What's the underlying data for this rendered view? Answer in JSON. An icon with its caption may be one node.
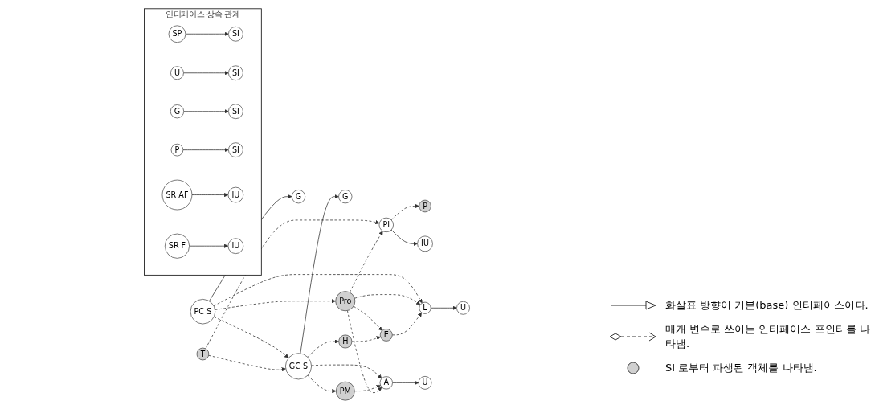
{
  "diagram": {
    "nodes": [
      {
        "text": [
          "G"
        ]
      },
      {
        "text": [
          "G"
        ]
      },
      {
        "text": [
          "GC S"
        ]
      },
      {
        "text": [
          "T"
        ]
      },
      {
        "text": [
          "P"
        ]
      },
      {
        "text": [
          "PC S"
        ]
      },
      {
        "text": [
          "PI"
        ]
      },
      {
        "text": [
          "IU"
        ]
      },
      {
        "text": [
          "PM"
        ]
      },
      {
        "text": [
          "A"
        ]
      },
      {
        "text": [
          "Pro"
        ]
      },
      {
        "text": [
          "L"
        ]
      },
      {
        "text": [
          "H"
        ]
      },
      {
        "text": [
          "U"
        ]
      },
      {
        "text": [
          "U"
        ]
      },
      {
        "text": [
          "E"
        ]
      },
      {
        "text": [
          "인터페이스 상속 관계"
        ]
      },
      {
        "text": [
          "SP"
        ],
        "in": 16
      },
      {
        "text": [
          "SI"
        ],
        "in": 16
      },
      {
        "text": [
          "U"
        ],
        "in": 16
      },
      {
        "text": [
          "SI"
        ],
        "in": 16
      },
      {
        "text": [
          "G"
        ],
        "in": 16
      },
      {
        "text": [
          "SI"
        ],
        "in": 16
      },
      {
        "text": [
          "P"
        ],
        "in": 16
      },
      {
        "text": [
          "SI"
        ],
        "in": 16
      },
      {
        "text": [
          "SR AF"
        ],
        "in": 16
      },
      {
        "text": [
          "IU"
        ],
        "in": 16
      },
      {
        "text": [
          "SR F"
        ],
        "in": 16
      },
      {
        "text": [
          "IU"
        ],
        "in": 16
      }
    ],
    "edges": [
      {
        "from": 5,
        "to": 0,
        "arrow": "to"
      },
      {
        "from": 2,
        "to": 1,
        "arrow": "to"
      },
      {
        "from": 5,
        "to": 2,
        "arrow": "to",
        "style": "dashed"
      },
      {
        "from": 3,
        "to": 2,
        "arrow": "to",
        "style": "dashed"
      },
      {
        "from": 3,
        "to": 6,
        "arrow": "to",
        "style": "dashed"
      },
      {
        "from": 6,
        "to": 4,
        "arrow": "to",
        "style": "dashed"
      },
      {
        "from": 2,
        "to": 12,
        "arrow": "to",
        "style": "dashed"
      },
      {
        "from": 2,
        "to": 8,
        "arrow": "to",
        "style": "dashed"
      },
      {
        "from": 2,
        "to": 9,
        "arrow": "to",
        "style": "dashed"
      },
      {
        "from": 5,
        "to": 10,
        "arrow": "to",
        "style": "dashed"
      },
      {
        "from": 5,
        "to": 11,
        "arrow": "to",
        "style": "dashed"
      },
      {
        "from": 10,
        "to": 6,
        "arrow": "to",
        "style": "dashed"
      },
      {
        "from": 6,
        "to": 7,
        "arrow": "to"
      },
      {
        "from": 8,
        "to": 9,
        "arrow": "to",
        "style": "dashed"
      },
      {
        "from": 10,
        "to": 9,
        "arrow": "to",
        "style": "dashed"
      },
      {
        "from": 10,
        "to": 11,
        "arrow": "to",
        "style": "dashed"
      },
      {
        "from": 9,
        "to": 13,
        "arrow": "to"
      },
      {
        "from": 11,
        "to": 14,
        "arrow": "to"
      },
      {
        "from": 10,
        "to": 15,
        "arrow": "to",
        "style": "dashed"
      },
      {
        "from": 12,
        "to": 15,
        "arrow": "to",
        "style": "dashed"
      },
      {
        "from": 15,
        "to": 11,
        "arrow": "to",
        "style": "dashed"
      },
      {
        "from": 17,
        "to": 18,
        "arrow": "to"
      },
      {
        "from": 19,
        "to": 20,
        "arrow": "to"
      },
      {
        "from": 21,
        "to": 22,
        "arrow": "to"
      },
      {
        "from": 23,
        "to": 24,
        "arrow": "to"
      },
      {
        "from": 25,
        "to": 26,
        "arrow": "to"
      },
      {
        "from": 27,
        "to": 28,
        "arrow": "to"
      }
    ],
    "legend": [
      {
        "text": "화살표 방향이 기본(base) 인터페이스이다."
      },
      {
        "text": "매개 변수로 쓰이는 인터페이스 포인터를 나타냄."
      },
      {
        "text": "SI 로부터 파생된 객체를 나타냄.",
        "color": "#d0d0d0"
      }
    ]
  }
}
